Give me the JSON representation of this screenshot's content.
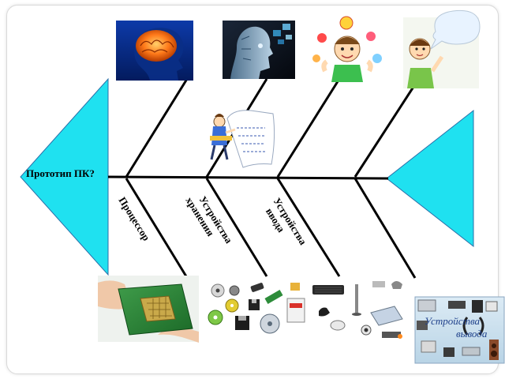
{
  "diagram": {
    "head_label": "Прототип ПК?",
    "bones": [
      {
        "label": "Процессор"
      },
      {
        "label_lines": [
          "Устройства",
          "хранения"
        ]
      },
      {
        "label_lines": [
          "Устройства",
          "ввода"
        ]
      }
    ],
    "output_tile": {
      "caption_lines": [
        "Устройства",
        "вывода"
      ]
    }
  },
  "colors": {
    "head_fill": "#1fe1f0",
    "tail_fill": "#1fe1f0",
    "spine": "#000000",
    "brain_bg": "#0a2a7a",
    "brain_glow": "#ff8a1e",
    "cyborg_bg": "#0e1420",
    "cyborg_face": "#8fb0c8",
    "child_shirt": "#3cbf4f",
    "bubble_bg": "#e8f3ff",
    "chip_green": "#2d8c3a",
    "chip_gold": "#c9a94a",
    "output_panel": "#cfe3f0"
  },
  "icons": {
    "brain": "brain-icon",
    "cyborg": "cyborg-face-icon",
    "child": "child-toys-icon",
    "speaker_child": "child-speech-bubble-icon",
    "sheet": "person-with-sheet-icon",
    "cpu": "cpu-chip-icon",
    "storage": "storage-media-icon",
    "input": "input-devices-icon",
    "output": "output-devices-icon"
  }
}
